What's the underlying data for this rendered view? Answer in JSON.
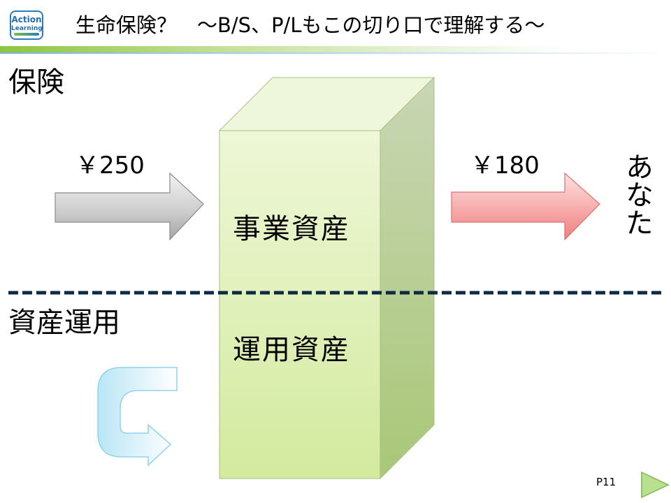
{
  "header": {
    "logo": {
      "line1": "Action",
      "line2": "Learning"
    },
    "title": "生命保険？　～B/S、P/Lもこの切り口で理解する～"
  },
  "sections": {
    "top": "保険",
    "bottom": "資産運用"
  },
  "flows": {
    "inflow": {
      "amount": "￥250",
      "color": "#bfbfbf"
    },
    "outflow": {
      "amount": "￥180",
      "color": "#f59a9a"
    }
  },
  "recipient": "あなた",
  "block": {
    "upper_label": "事業資産",
    "lower_label": "運用資産",
    "color": "#d8eba8"
  },
  "footer": {
    "page": "P11",
    "next_icon": "triangle-right-icon"
  }
}
